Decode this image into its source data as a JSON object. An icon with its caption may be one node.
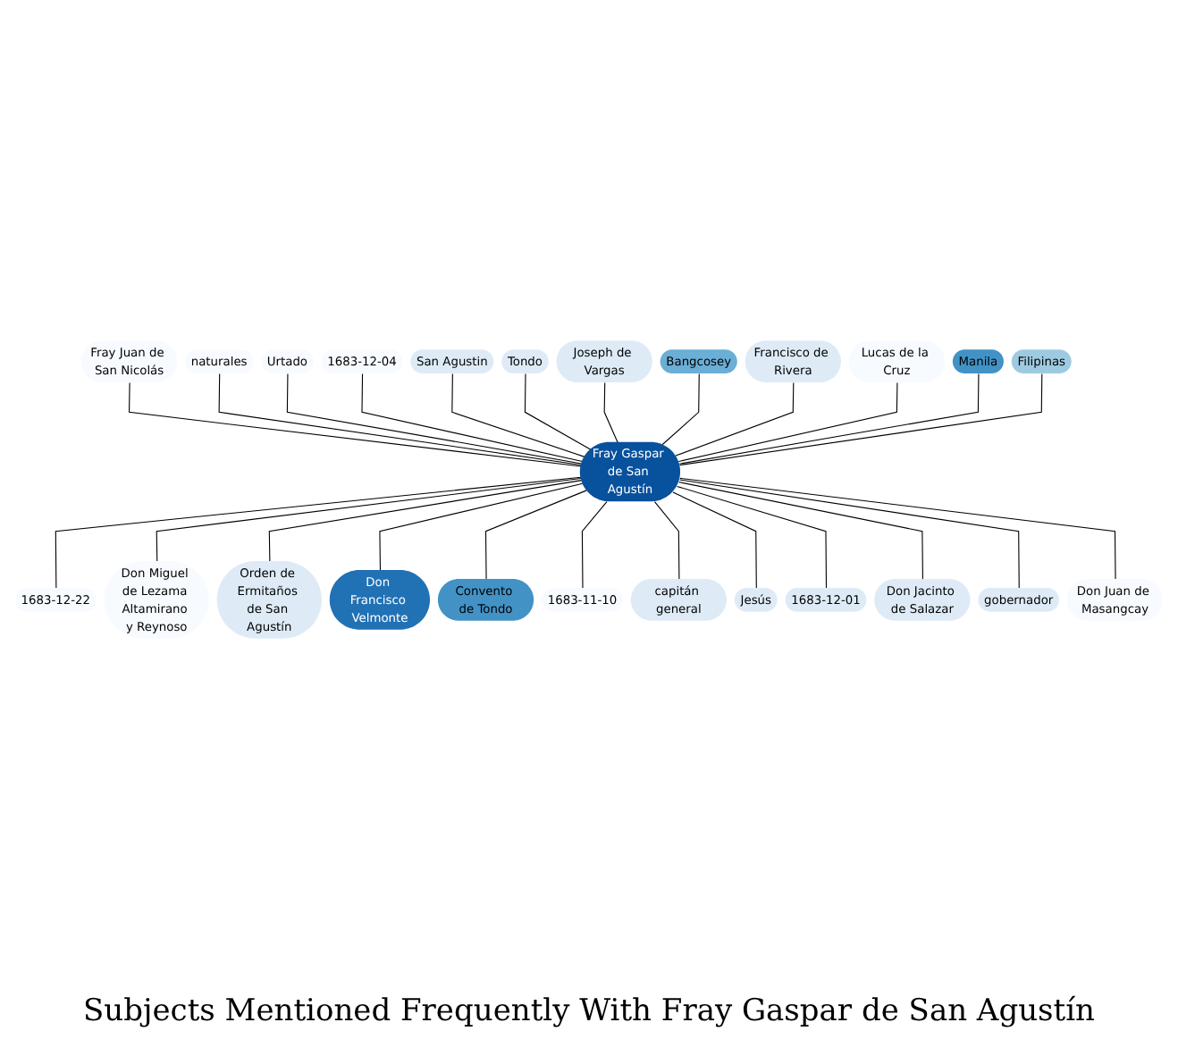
{
  "diagram": {
    "caption": "Subjects Mentioned Frequently With Fray Gaspar de San Agustín",
    "nodes": [
      {
        "text": [
          "Fray Gaspar de San Agustín"
        ]
      },
      {
        "text": [
          "Fray Juan de San Nicolás"
        ]
      },
      {
        "text": [
          "naturales"
        ]
      },
      {
        "text": [
          "Urtado"
        ]
      },
      {
        "text": [
          "1683-12-04"
        ]
      },
      {
        "text": [
          "San Agustin"
        ]
      },
      {
        "text": [
          "Tondo"
        ]
      },
      {
        "text": [
          "Joseph de Vargas"
        ]
      },
      {
        "text": [
          "Bangcosey"
        ]
      },
      {
        "text": [
          "Francisco de Rivera"
        ]
      },
      {
        "text": [
          "Lucas de la Cruz"
        ]
      },
      {
        "text": [
          "Manila"
        ]
      },
      {
        "text": [
          "Filipinas"
        ]
      },
      {
        "text": [
          "1683-12-22"
        ]
      },
      {
        "text": [
          "Don Miguel de Lezama Altamirano y Reynoso"
        ]
      },
      {
        "text": [
          "Orden de Ermitaños de San Agustín"
        ]
      },
      {
        "text": [
          "Don Francisco Velmonte"
        ]
      },
      {
        "text": [
          "Convento de Tondo"
        ]
      },
      {
        "text": [
          "1683-11-10"
        ]
      },
      {
        "text": [
          "capitán general"
        ]
      },
      {
        "text": [
          "Jesús"
        ]
      },
      {
        "text": [
          "1683-12-01"
        ]
      },
      {
        "text": [
          "Don Jacinto de Salazar"
        ]
      },
      {
        "text": [
          "gobernador"
        ]
      },
      {
        "text": [
          "Don Juan de Masangcay"
        ]
      }
    ],
    "edges": [
      {
        "from": 1,
        "to": 0,
        "arrow": "none"
      },
      {
        "from": 2,
        "to": 0,
        "arrow": "none"
      },
      {
        "from": 3,
        "to": 0,
        "arrow": "none"
      },
      {
        "from": 4,
        "to": 0,
        "arrow": "none"
      },
      {
        "from": 5,
        "to": 0,
        "arrow": "none"
      },
      {
        "from": 6,
        "to": 0,
        "arrow": "none"
      },
      {
        "from": 7,
        "to": 0,
        "arrow": "none"
      },
      {
        "from": 8,
        "to": 0,
        "arrow": "none"
      },
      {
        "from": 9,
        "to": 0,
        "arrow": "none"
      },
      {
        "from": 10,
        "to": 0,
        "arrow": "none"
      },
      {
        "from": 11,
        "to": 0,
        "arrow": "none"
      },
      {
        "from": 12,
        "to": 0,
        "arrow": "none"
      },
      {
        "from": 0,
        "to": 13,
        "arrow": "none"
      },
      {
        "from": 0,
        "to": 14,
        "arrow": "none"
      },
      {
        "from": 0,
        "to": 15,
        "arrow": "none"
      },
      {
        "from": 0,
        "to": 16,
        "arrow": "none"
      },
      {
        "from": 0,
        "to": 17,
        "arrow": "none"
      },
      {
        "from": 0,
        "to": 18,
        "arrow": "none"
      },
      {
        "from": 0,
        "to": 19,
        "arrow": "none"
      },
      {
        "from": 0,
        "to": 20,
        "arrow": "none"
      },
      {
        "from": 0,
        "to": 21,
        "arrow": "none"
      },
      {
        "from": 0,
        "to": 22,
        "arrow": "none"
      },
      {
        "from": 0,
        "to": 23,
        "arrow": "none"
      },
      {
        "from": 0,
        "to": 24,
        "arrow": "none"
      }
    ]
  }
}
